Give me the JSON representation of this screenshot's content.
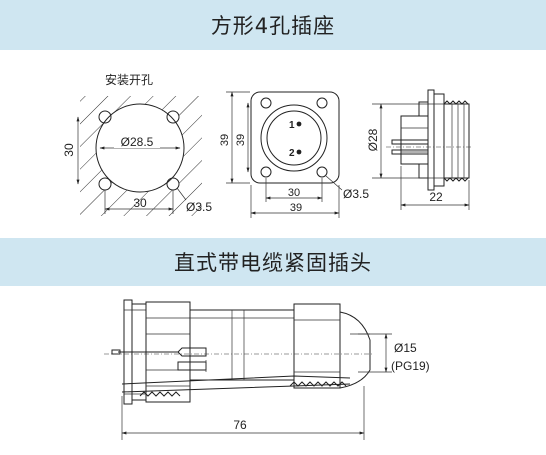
{
  "header": {
    "title": "方形4孔插座"
  },
  "section2": {
    "title": "直式带电缆紧固插头"
  },
  "panel_cutout": {
    "label": "安装开孔",
    "dim_height": "30",
    "dim_diameter": "Ø28.5",
    "dim_width": "30",
    "dim_hole": "Ø3.5"
  },
  "socket_front": {
    "pin1": "1",
    "pin2": "2",
    "dim_outer_height": "39",
    "dim_inner_height": "39",
    "dim_inner_width": "30",
    "dim_outer_width": "39",
    "dim_hole": "Ø3.5"
  },
  "socket_side": {
    "dim_diameter": "Ø28",
    "dim_length": "22"
  },
  "plug": {
    "dim_diameter": "Ø15",
    "dim_thread": "(PG19)",
    "dim_length": "76"
  }
}
